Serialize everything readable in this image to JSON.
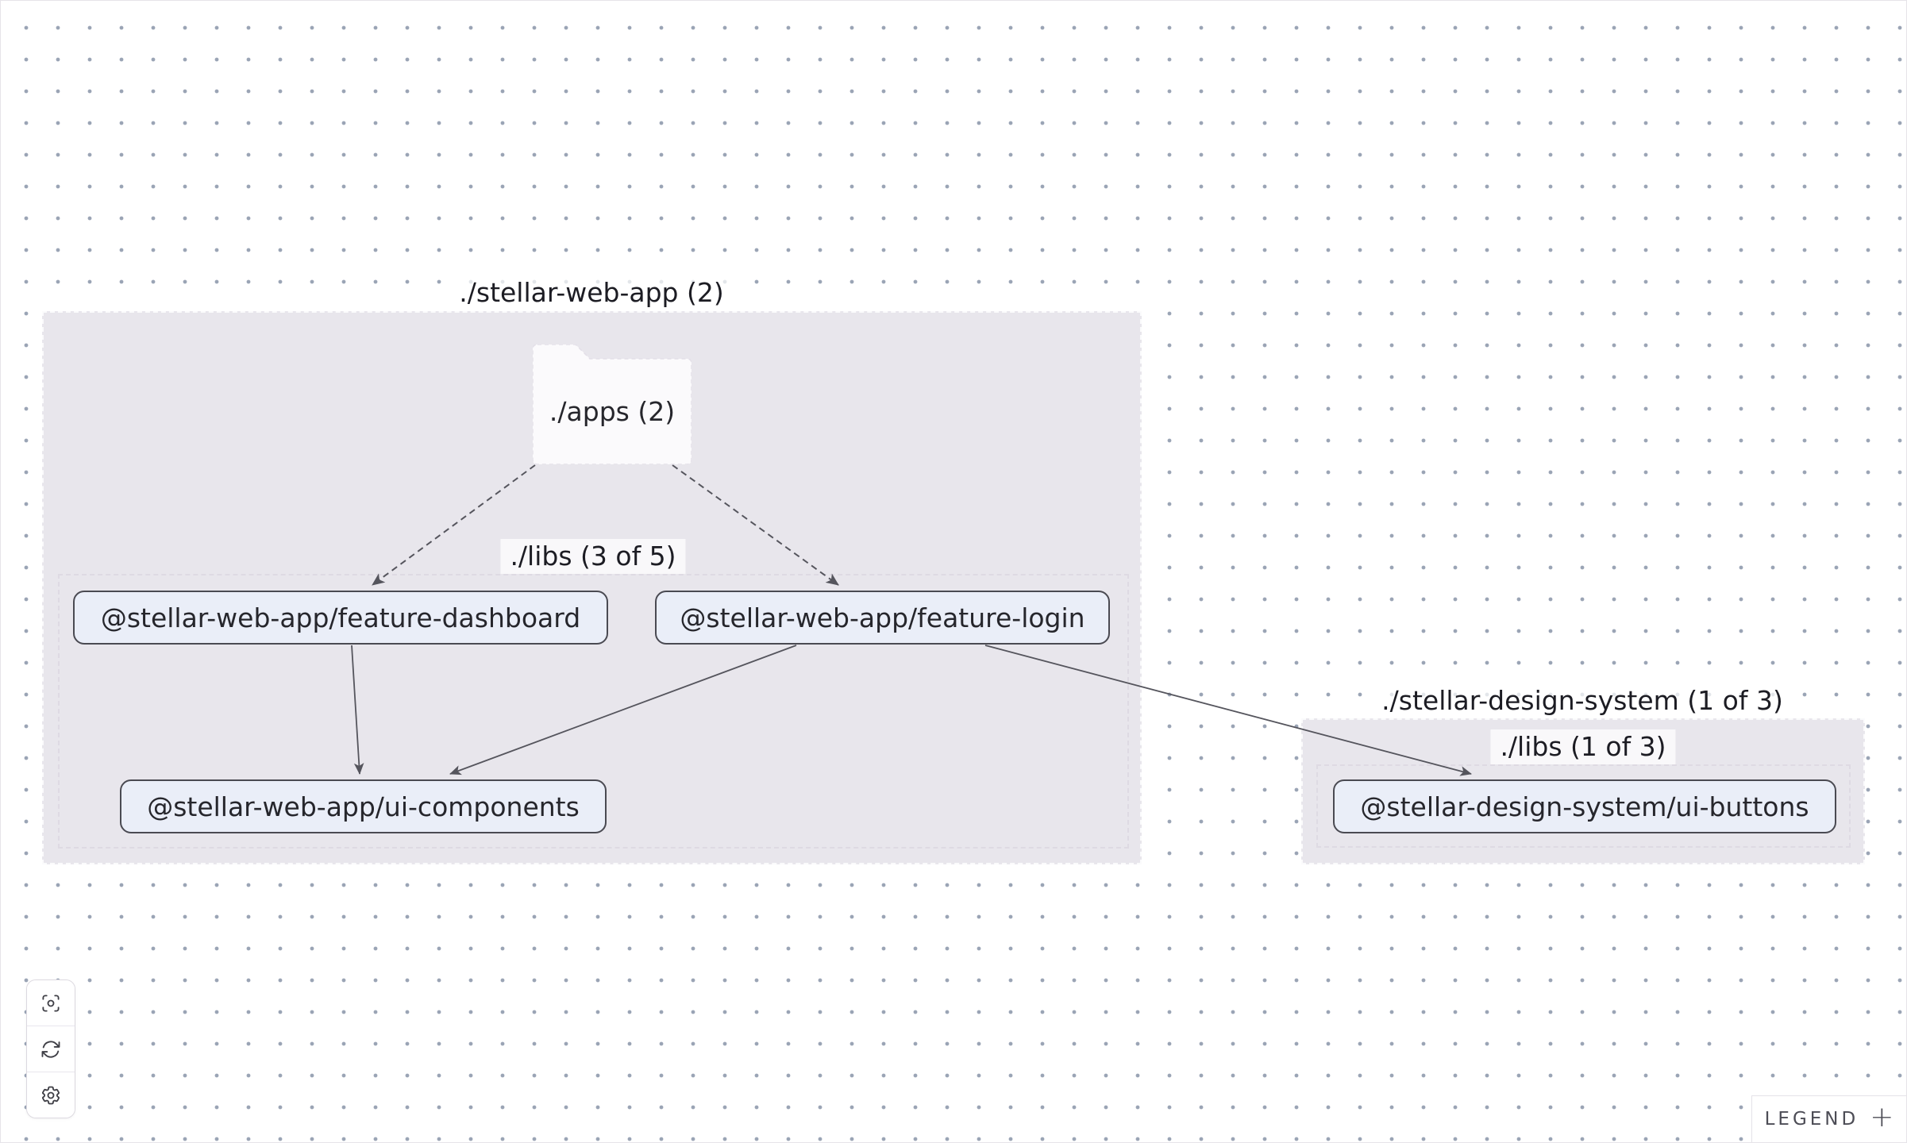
{
  "graph": {
    "group_web": {
      "label": "./stellar-web-app (2)"
    },
    "folder_apps": {
      "label": "./apps (2)"
    },
    "libs_web": {
      "label": "./libs (3 of 5)"
    },
    "group_design": {
      "label": "./stellar-design-system (1 of 3)"
    },
    "libs_design": {
      "label": "./libs (1 of 3)"
    },
    "node_feature_dashboard": {
      "label": "@stellar-web-app/feature-dashboard"
    },
    "node_feature_login": {
      "label": "@stellar-web-app/feature-login"
    },
    "node_ui_components": {
      "label": "@stellar-web-app/ui-components"
    },
    "node_ui_buttons": {
      "label": "@stellar-design-system/ui-buttons"
    },
    "edges": [
      {
        "source": "./apps (2)",
        "target": "@stellar-web-app/feature-dashboard",
        "style": "dashed"
      },
      {
        "source": "./apps (2)",
        "target": "@stellar-web-app/feature-login",
        "style": "dashed"
      },
      {
        "source": "@stellar-web-app/feature-dashboard",
        "target": "@stellar-web-app/ui-components",
        "style": "solid"
      },
      {
        "source": "@stellar-web-app/feature-login",
        "target": "@stellar-web-app/ui-components",
        "style": "solid"
      },
      {
        "source": "@stellar-web-app/feature-login",
        "target": "@stellar-design-system/ui-buttons",
        "style": "solid"
      }
    ]
  },
  "toolbar": {
    "buttons": [
      {
        "icon": "focus-center-icon"
      },
      {
        "icon": "refresh-layout-icon"
      },
      {
        "icon": "settings-gear-icon"
      }
    ]
  },
  "legend": {
    "label": "LEGEND",
    "toggle_icon": "+"
  },
  "colors": {
    "canvas_dot": "#9aa4b5",
    "group_fill": "#e8e6ec",
    "node_fill": "#eaeef8",
    "node_border": "#4a4a52",
    "edge": "#55555d",
    "folder_fill": "#fbfafc"
  }
}
